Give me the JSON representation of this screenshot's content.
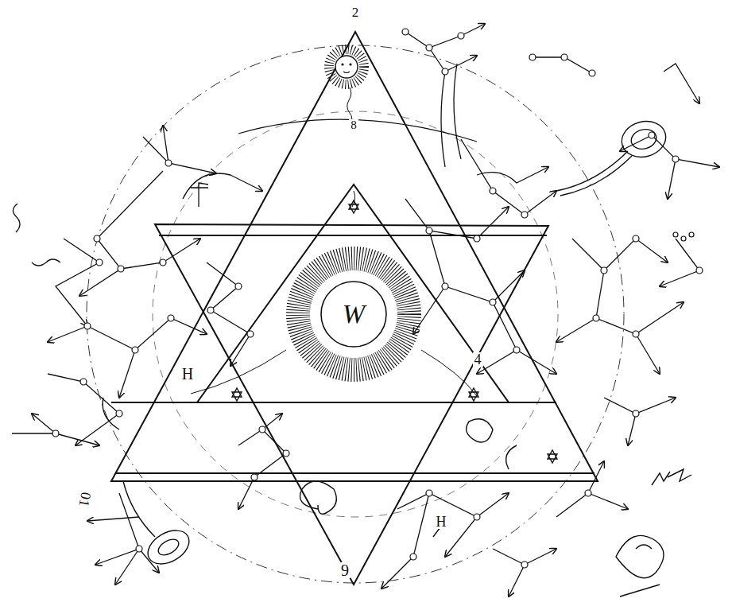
{
  "diagram": {
    "nodes": [
      {
        "text": [
          "W"
        ]
      }
    ],
    "labels": [
      "2",
      "8",
      "4",
      "01",
      "H",
      "H",
      "9"
    ]
  }
}
